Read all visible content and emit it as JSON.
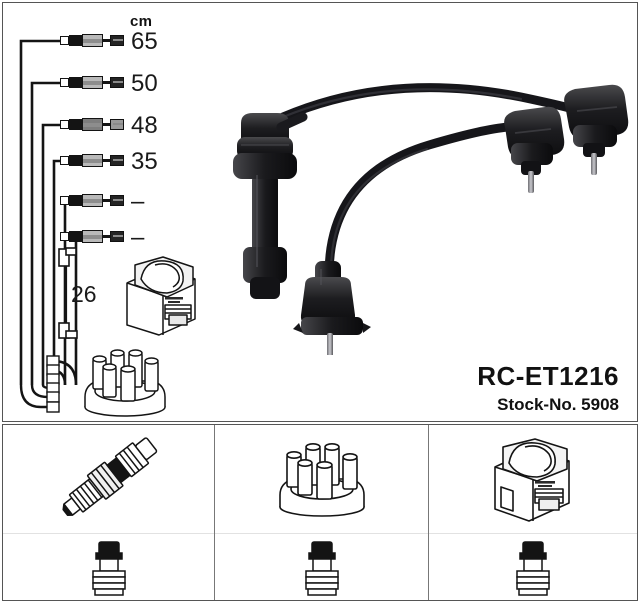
{
  "product": {
    "part_number": "RC-ET1216",
    "stock_label": "Stock-No. 5908"
  },
  "measurements": {
    "unit_header": "cm",
    "leads": [
      {
        "index": 1,
        "length": "65"
      },
      {
        "index": 2,
        "length": "50"
      },
      {
        "index": 3,
        "length": "48"
      },
      {
        "index": 4,
        "length": "35"
      },
      {
        "index": 5,
        "length": "–"
      },
      {
        "index": 6,
        "length": "–"
      }
    ],
    "short_cable_length": "26"
  },
  "components": {
    "coil_icon_name": "ignition-coil",
    "distributor_cap_icon_name": "distributor-cap",
    "spark_plug_icon_name": "spark-plug"
  },
  "icon_panels": [
    {
      "id": "spark-plug",
      "top_icon": "spark-plug",
      "bottom_icon": "connector-terminal"
    },
    {
      "id": "distributor-cap",
      "top_icon": "distributor-cap",
      "bottom_icon": "connector-terminal"
    },
    {
      "id": "ignition-coil",
      "top_icon": "ignition-coil",
      "bottom_icon": "connector-terminal"
    }
  ],
  "colors": {
    "line": "#141414",
    "frame": "#555555",
    "metal": "#b9b9b9",
    "background": "#ffffff"
  }
}
